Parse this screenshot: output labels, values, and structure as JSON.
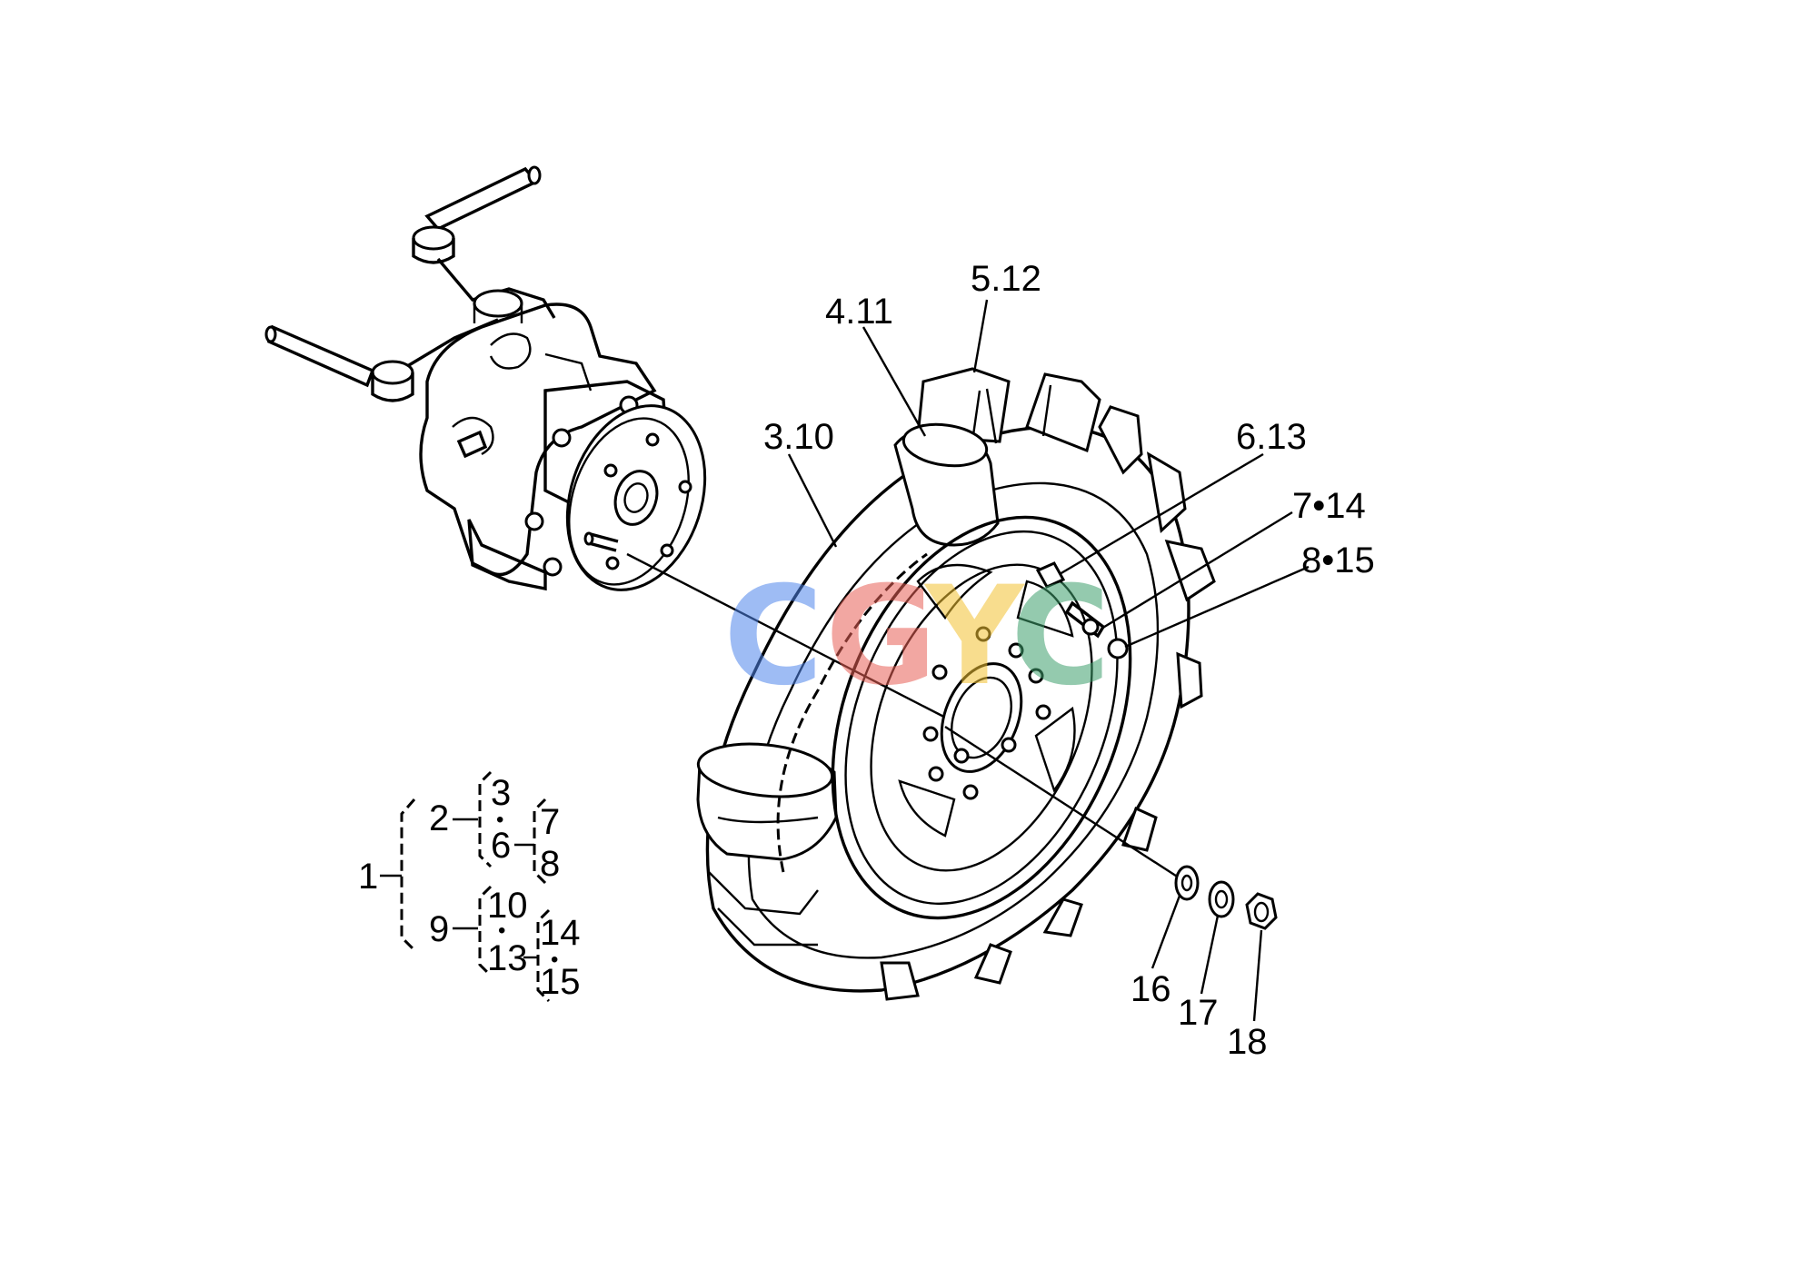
{
  "callouts": {
    "c_3_10": "3.10",
    "c_4_11": "4.11",
    "c_5_12": "5.12",
    "c_6_13": "6.13",
    "c_7_14": "7•14",
    "c_8_15": "8•15",
    "c_16": "16",
    "c_17": "17",
    "c_18": "18"
  },
  "assembly_tree": {
    "n1": "1",
    "n2": "2",
    "n3": "3",
    "n6": "6",
    "n7": "7",
    "n8": "8",
    "n9": "9",
    "n10": "10",
    "n13": "13",
    "n14": "14",
    "n15": "15"
  },
  "watermark": {
    "letters": [
      "C",
      "G",
      "Y",
      "C"
    ],
    "colors": [
      "#4f86ec",
      "#e96157",
      "#f4c332",
      "#3e9f6c"
    ]
  }
}
